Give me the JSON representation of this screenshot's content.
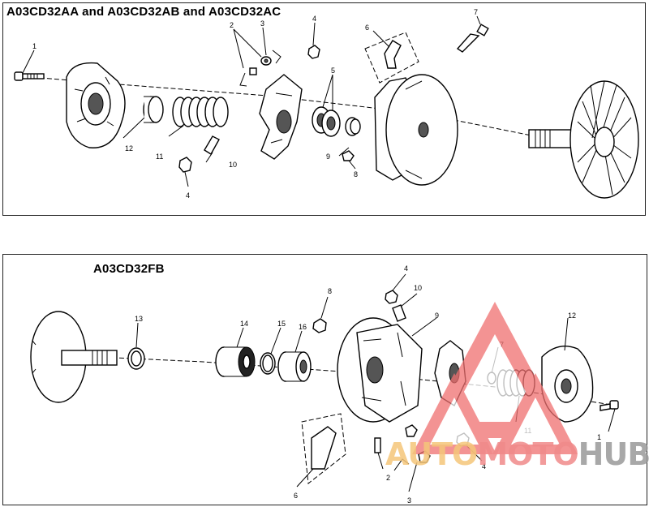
{
  "top_panel": {
    "title": "A03CD32AA and A03CD32AB and A03CD32AC",
    "labels": [
      "1",
      "2",
      "3",
      "4",
      "4",
      "5",
      "6",
      "7",
      "8",
      "9",
      "10",
      "11",
      "12"
    ]
  },
  "bottom_panel": {
    "title": "A03CD32FB",
    "labels": [
      "1",
      "2",
      "3",
      "4",
      "4",
      "6",
      "7",
      "8",
      "9",
      "10",
      "11",
      "12",
      "13",
      "14",
      "15",
      "16"
    ]
  },
  "watermark": {
    "word_auto": "AUTO",
    "word_moto": "MOTO",
    "word_hub": "HUB",
    "colors": {
      "auto": "#f5c67a",
      "moto": "#f08a8a",
      "hub": "#9a9a9a",
      "triangle": "#f07070"
    }
  }
}
